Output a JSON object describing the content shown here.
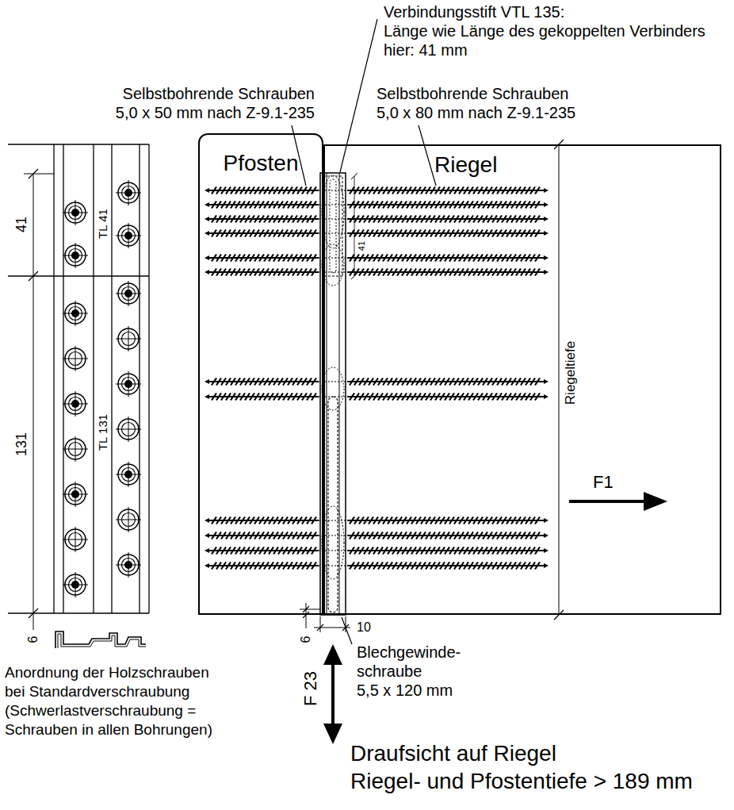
{
  "diagram": {
    "nodes": [
      {
        "text": [
          "Pfosten"
        ]
      },
      {
        "text": [
          "Riegel"
        ]
      }
    ],
    "labels": [
      "Verbindungsstift VTL 135:",
      "Länge wie Länge des gekoppelten Verbinders",
      "hier: 41 mm",
      "Selbstbohrende Schrauben",
      "5,0 x 50 mm nach Z-9.1-235",
      "Selbstbohrende Schrauben",
      "5,0 x 80 mm nach Z-9.1-235",
      "41",
      "131",
      "TL 41",
      "TL 131",
      "6",
      "Anordnung der Holzschrauben",
      "bei Standardverschraubung",
      "(Schwerlastverschraubung =",
      "Schrauben in allen Bohrungen)",
      "41",
      "Riegeltiefe",
      "F1",
      "6",
      "10",
      "Blechgewinde-",
      "schraube",
      "5,5 x 120 mm",
      "F 23",
      "Draufsicht auf Riegel",
      "Riegel- und Pfostentiefe > 189 mm"
    ]
  }
}
